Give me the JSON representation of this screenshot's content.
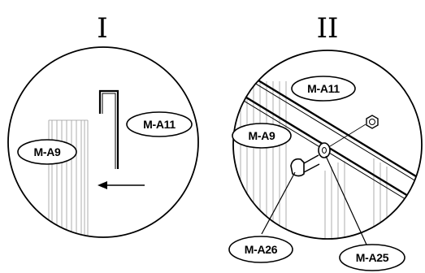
{
  "panels": {
    "left": {
      "numeral": "I",
      "labels": {
        "clip": "M-A11",
        "post": "M-A9"
      }
    },
    "right": {
      "numeral": "II",
      "labels": {
        "rail": "M-A11",
        "post": "M-A9",
        "bolt": "M-A26",
        "washer": "M-A25"
      }
    }
  }
}
